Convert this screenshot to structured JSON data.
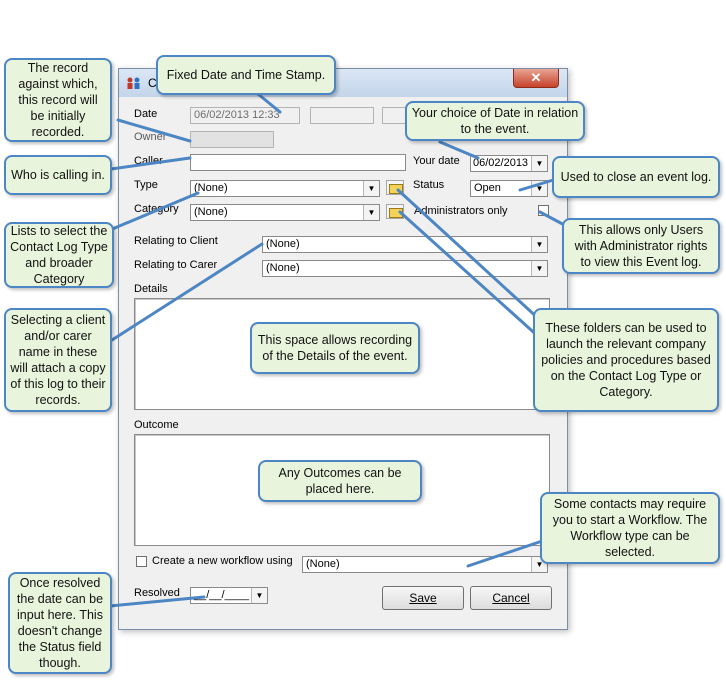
{
  "window": {
    "title": "C",
    "close_glyph": "✕"
  },
  "form": {
    "date_label": "Date",
    "date_value": "06/02/2013 12:33",
    "owner_label": "Owner",
    "caller_label": "Caller",
    "caller_value": "",
    "your_date_label": "Your date",
    "your_date_value": "06/02/2013",
    "type_label": "Type",
    "type_value": "(None)",
    "status_label": "Status",
    "status_value": "Open",
    "category_label": "Category",
    "category_value": "(None)",
    "admin_only_label": "Administrators only",
    "relating_client_label": "Relating to Client",
    "relating_client_value": "(None)",
    "relating_carer_label": "Relating to Carer",
    "relating_carer_value": "(None)",
    "details_label": "Details",
    "outcome_label": "Outcome",
    "workflow_label": "Create a new workflow using",
    "workflow_value": "(None)",
    "resolved_label": "Resolved",
    "resolved_value": "__/__/____",
    "save_label": "Save",
    "cancel_label": "Cancel"
  },
  "callouts": {
    "record_against": "The record against which, this record will be initially recorded.",
    "fixed_date": "Fixed Date and Time Stamp.",
    "your_choice_date": "Your choice of Date in relation to the event.",
    "who_calling": "Who is calling in.",
    "close_log": "Used to close an event log.",
    "lists_select": "Lists to select the Contact Log Type and broader Category",
    "admin_rights": "This allows only Users with Administrator rights to view this Event log.",
    "selecting_client": "Selecting a client and/or carer name in these will attach a copy of this log to their records.",
    "folders": "These folders can be used to launch the relevant company policies and procedures based on the Contact Log Type or Category.",
    "details_space": "This space allows recording of the Details of the event.",
    "outcomes": "Any Outcomes can be placed here.",
    "workflow": "Some contacts may require you to start a Workflow. The Workflow type can be selected.",
    "resolved": "Once resolved the date can be input here. This doesn't change the Status field though."
  },
  "colors": {
    "callout_fill": "#e9f4dc",
    "callout_border": "#4d86c4",
    "close_button": "#c7432c"
  },
  "icons": [
    "app-icon",
    "close-icon",
    "folder-icon",
    "dropdown-arrow-icon"
  ]
}
